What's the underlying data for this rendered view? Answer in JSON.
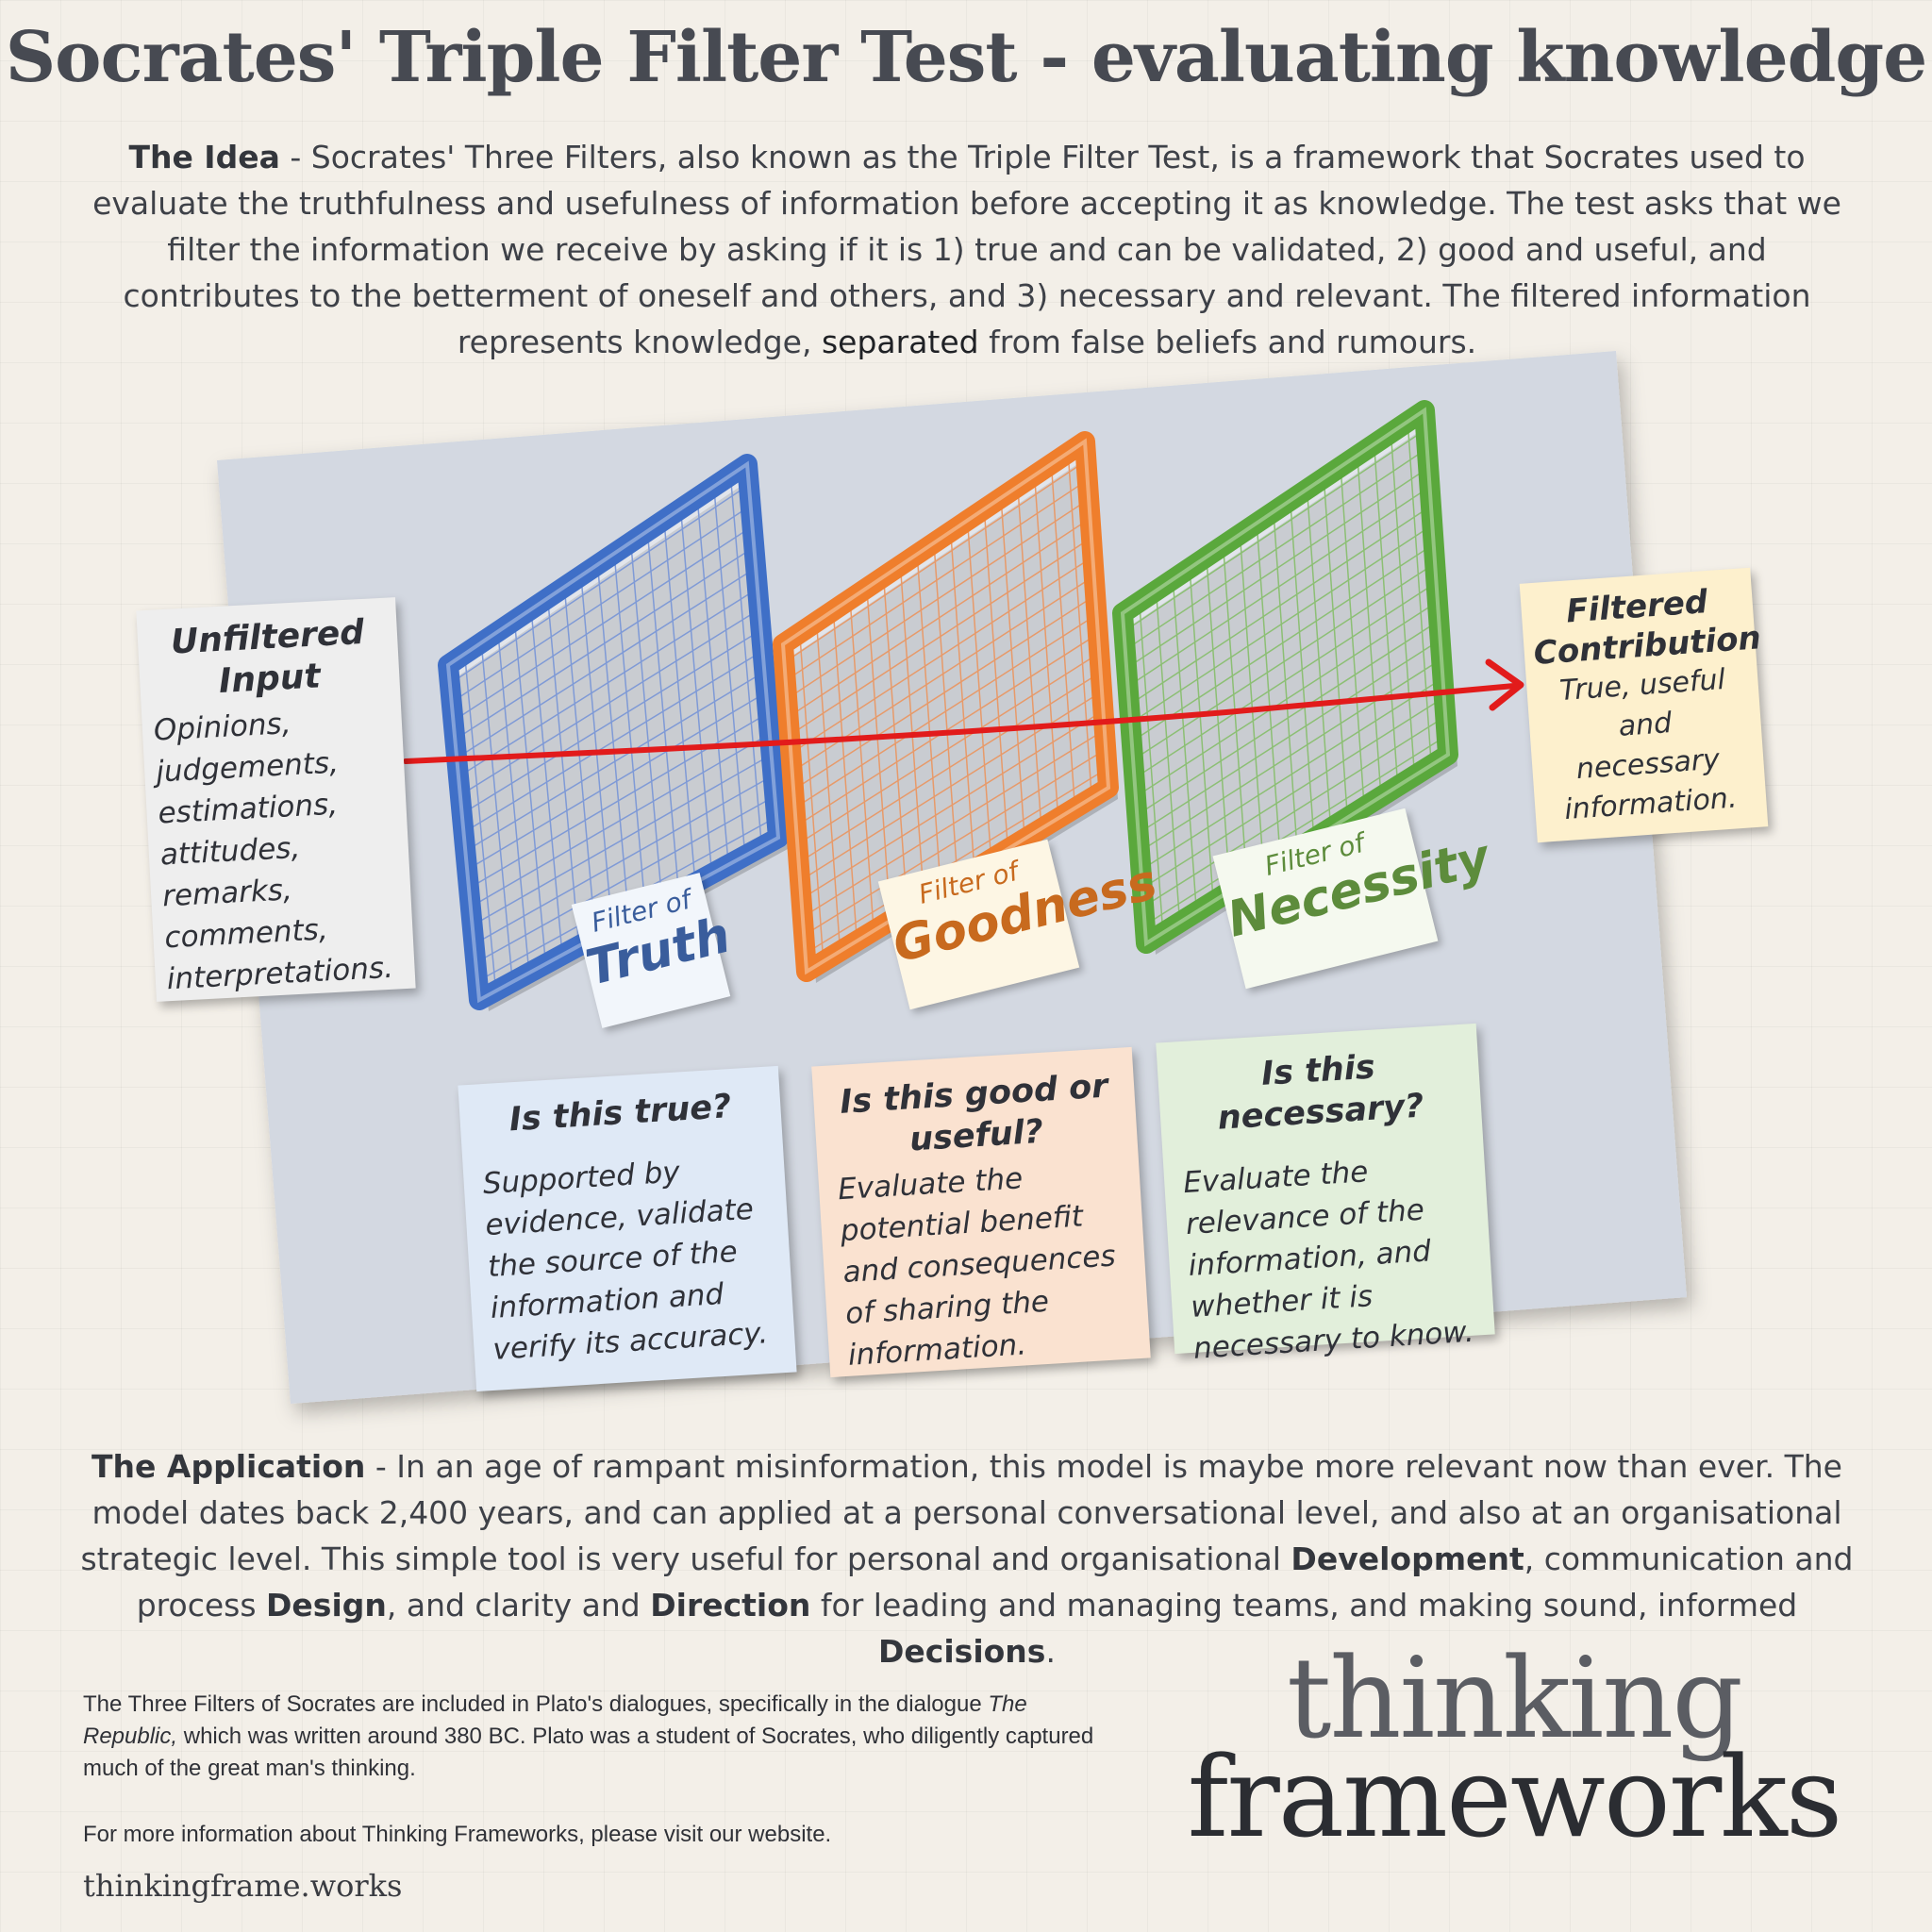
{
  "title": "Socrates' Triple Filter Test - evaluating knowledge",
  "idea": {
    "lead": "The Idea",
    "text_a": " - Socrates' Three Filters, also known as the Triple Filter Test, is a framework that Socrates used to evaluate the truthfulness and usefulness of information before accepting it as knowledge.  The test asks that we filter the information we receive by asking if it is 1) true and can be validated, 2) good and useful, and contributes to the betterment of oneself and others, and 3) necessary and relevant.  The filtered information represents knowledge, ",
    "highlight": "separated",
    "text_b": " from false beliefs and rumours."
  },
  "diagram": {
    "unfiltered": {
      "title_1": "Unfiltered",
      "title_2": "Input",
      "items": [
        "Opinions,",
        "judgements,",
        "estimations,",
        "attitudes,",
        "remarks,",
        "comments,",
        "interpretations."
      ]
    },
    "filtered": {
      "title_1": "Filtered",
      "title_2": "Contribution",
      "body": [
        "True, useful",
        "and",
        "necessary",
        "information."
      ]
    },
    "filters": [
      {
        "small": "Filter of",
        "name": "Truth",
        "color": "#3f6fc7",
        "grid": "#7f9ad6"
      },
      {
        "small": "Filter of",
        "name": "Goodness",
        "color": "#ef7e2c",
        "grid": "#e79a6a"
      },
      {
        "small": "Filter of",
        "name": "Necessity",
        "color": "#5aa83c",
        "grid": "#8cbf74"
      }
    ],
    "questions": [
      {
        "q": "Is this true?",
        "a": "Supported by evidence, validate the source of the information and verify its accuracy."
      },
      {
        "q": "Is this good or useful?",
        "a": "Evaluate the potential benefit and consequences of sharing the information."
      },
      {
        "q": "Is this necessary?",
        "a": "Evaluate the relevance of the information, and whether it is necessary to know."
      }
    ],
    "colors": {
      "board": "#d3d8e1",
      "arrow": "#e21b1b"
    }
  },
  "application": {
    "lead": "The Application",
    "t1": " - In an age of rampant misinformation, this model is maybe more relevant now than ever.  The model dates back 2,400 years, and can applied at a personal conversational level, and also at an organisational strategic level. This simple tool is very useful for personal and organisational ",
    "b1": "Development",
    "t2": ", communication and process ",
    "b2": "Design",
    "t3": ", and clarity and ",
    "b3": "Direction",
    "t4": " for leading and managing teams, and making sound, informed ",
    "b4": "Decisions",
    "t5": "."
  },
  "references": {
    "r1a": "The Three Filters of Socrates are included in Plato's dialogues, specifically in the dialogue ",
    "r1i": "The Republic,",
    "r1b": " which was written around 380 BC.  Plato was a student of Socrates, who diligently captured much of the great man's thinking.",
    "r2": "For more information about Thinking Frameworks, please visit our website.",
    "website": "thinkingframe.works"
  },
  "logo": {
    "line1": "thinking",
    "line2": "frameworks"
  }
}
